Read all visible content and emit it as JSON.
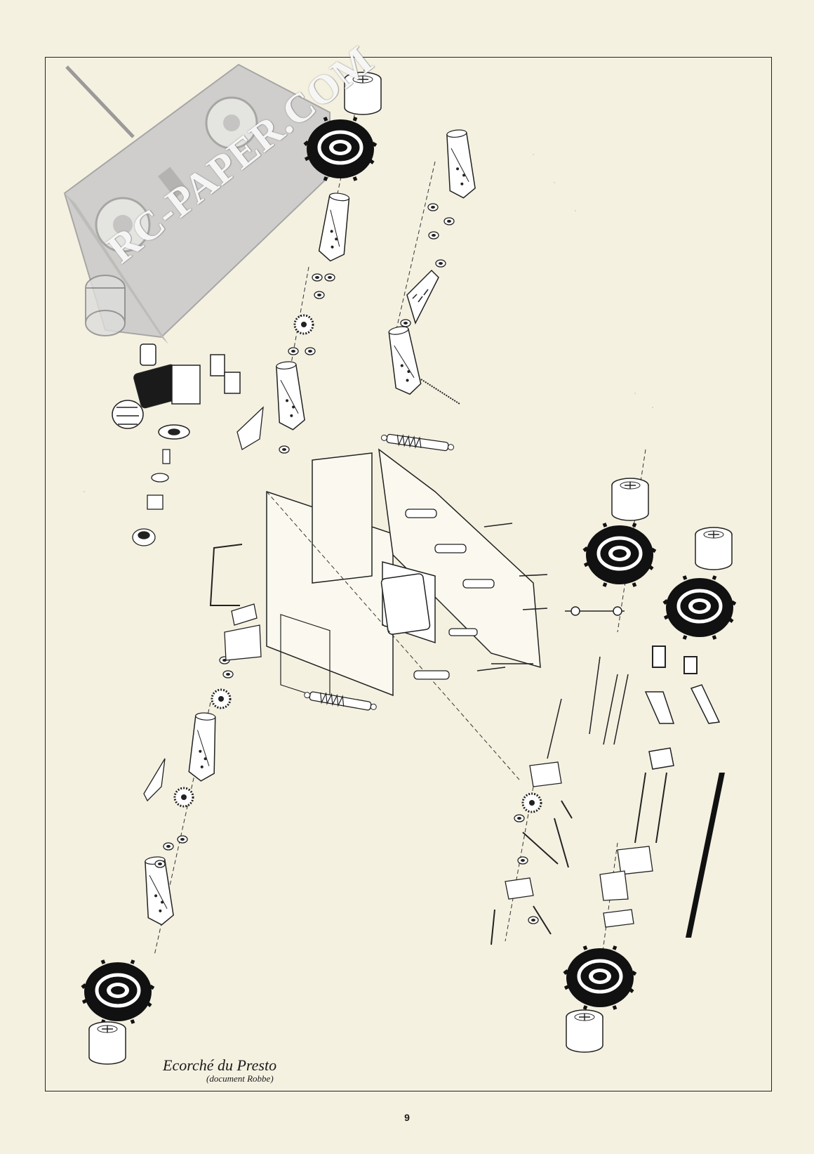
{
  "watermark": {
    "text": "RC-PAPER.COM"
  },
  "caption": {
    "title": "Ecorché du Presto",
    "subtitle": "(document Robbe)"
  },
  "page": {
    "number": "9"
  },
  "colors": {
    "paper": "#f4f1e1",
    "ink": "#1a1a1a",
    "watermark_gray": "#b5b5b5"
  }
}
